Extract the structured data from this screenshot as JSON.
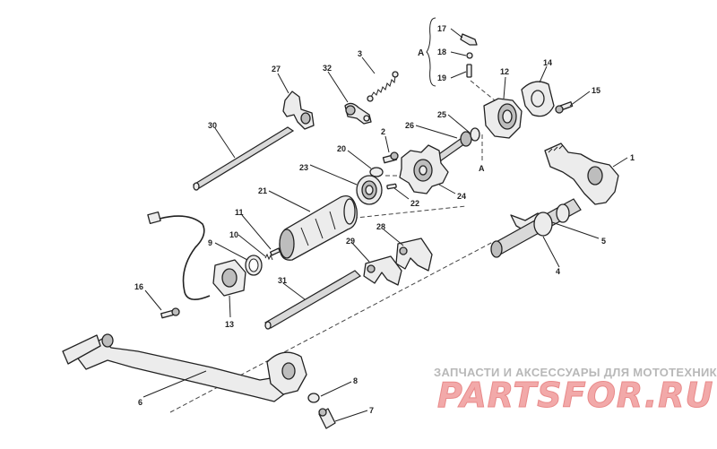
{
  "diagram": {
    "group_label": "A",
    "callouts": [
      "1",
      "2",
      "3",
      "4",
      "5",
      "6",
      "7",
      "8",
      "9",
      "10",
      "11",
      "12",
      "13",
      "14",
      "15",
      "16",
      "17",
      "18",
      "19",
      "20",
      "21",
      "22",
      "23",
      "24",
      "25",
      "26",
      "27",
      "28",
      "29",
      "30",
      "31",
      "32",
      "A"
    ]
  },
  "watermark": {
    "caption": "ЗАПЧАСТИ И АКСЕССУАРЫ ДЛЯ МОТОТЕХНИКИ",
    "logo": "PARTSFOR.RU",
    "color": "#f2a9a9"
  }
}
